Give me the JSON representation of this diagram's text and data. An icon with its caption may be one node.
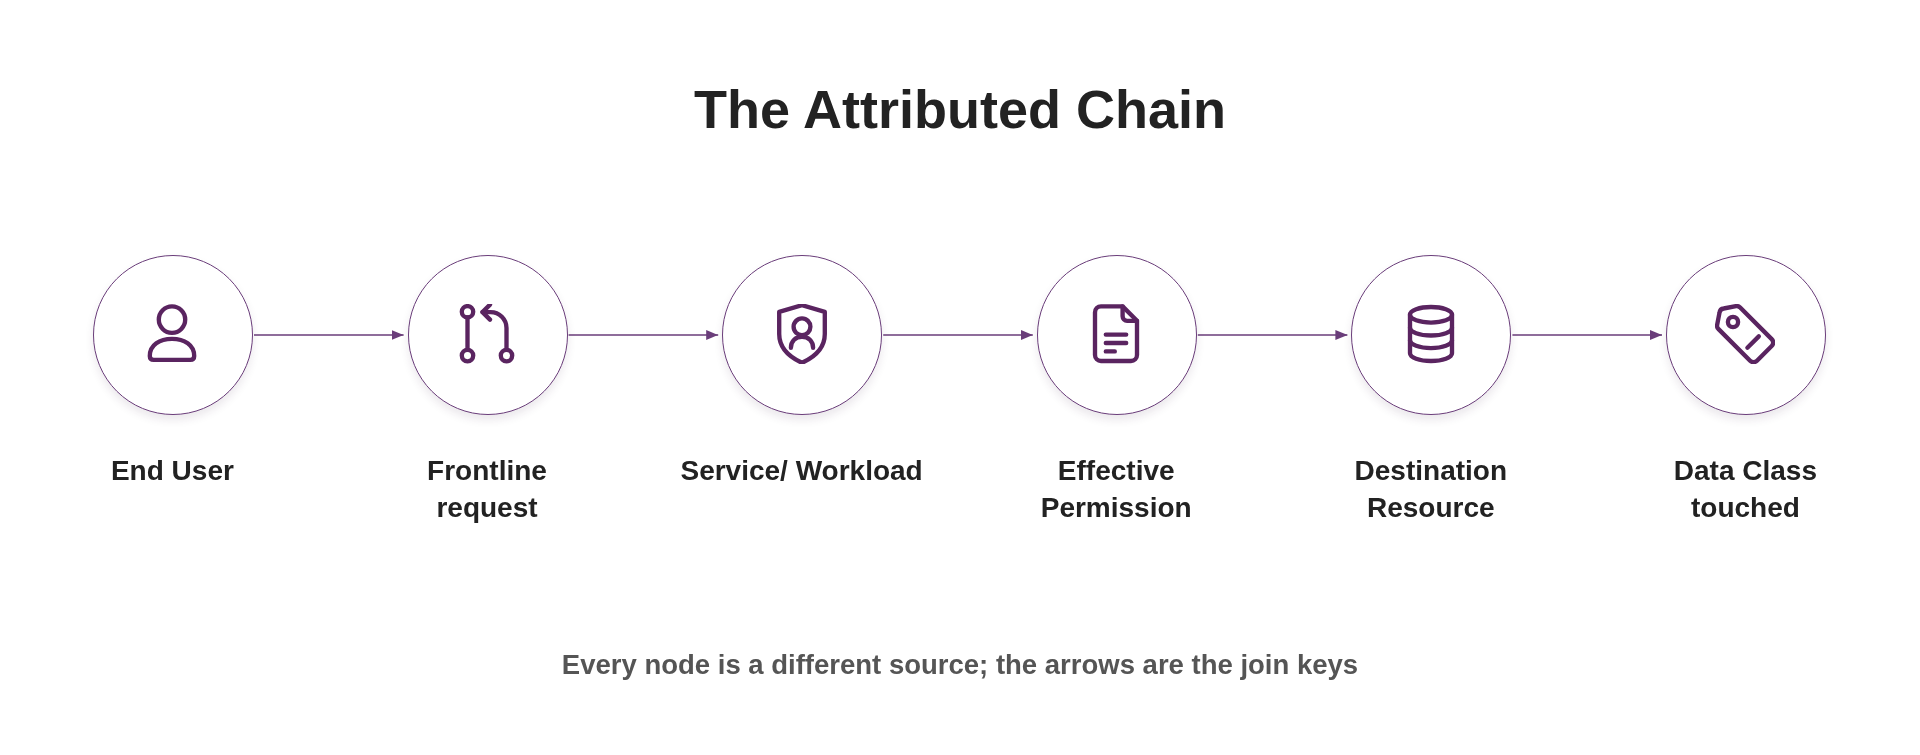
{
  "diagram": {
    "title": "The Attributed Chain",
    "caption": "Every node is a different source; the arrows are the join keys",
    "nodes": [
      {
        "text": [
          "End User"
        ]
      },
      {
        "text": [
          "Frontline request"
        ]
      },
      {
        "text": [
          "Service/ Workload"
        ]
      },
      {
        "text": [
          "Effective Permission"
        ]
      },
      {
        "text": [
          "Destination Resource"
        ]
      },
      {
        "text": [
          "Data Class touched"
        ]
      }
    ],
    "edges": [
      {
        "from": 0,
        "to": 1,
        "arrow": "to"
      },
      {
        "from": 1,
        "to": 2,
        "arrow": "to"
      },
      {
        "from": 2,
        "to": 3,
        "arrow": "to"
      },
      {
        "from": 3,
        "to": 4,
        "arrow": "to"
      },
      {
        "from": 4,
        "to": 5,
        "arrow": "to"
      }
    ]
  }
}
